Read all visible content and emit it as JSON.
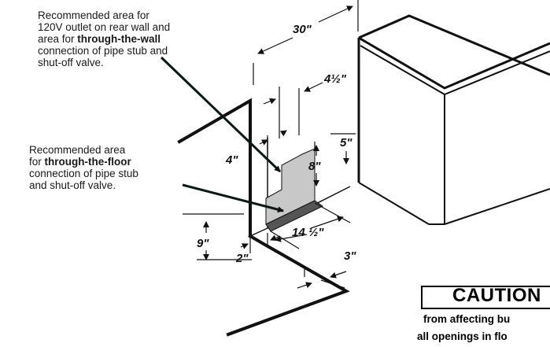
{
  "callouts": {
    "wall": {
      "line1": "Recommended area for",
      "line2": "120V outlet on rear wall and",
      "line3_prefix": "area for ",
      "line3_bold": "through-the-wall",
      "line4": "connection of pipe stub and",
      "line5": "shut-off valve."
    },
    "floor": {
      "line1": "Recommended area",
      "line2_prefix": "for ",
      "line2_bold": "through-the-floor",
      "line3": "connection of pipe stub",
      "line4": "and shut-off valve."
    }
  },
  "dimensions": {
    "width_30": "30\"",
    "offset_4_5": "4½\"",
    "offset_5": "5\"",
    "height_4": "4\"",
    "height_8": "8\"",
    "height_9": "9\"",
    "depth_2": "2\"",
    "width_14_5": "14 ½\"",
    "offset_3": "3\""
  },
  "caution": {
    "label": "CAUTION",
    "line1": "from affecting bu",
    "line2": "all openings in flo"
  },
  "colors": {
    "shaded_area": "#c8c8c8",
    "line": "#111111",
    "caution_icon": "#000000"
  }
}
